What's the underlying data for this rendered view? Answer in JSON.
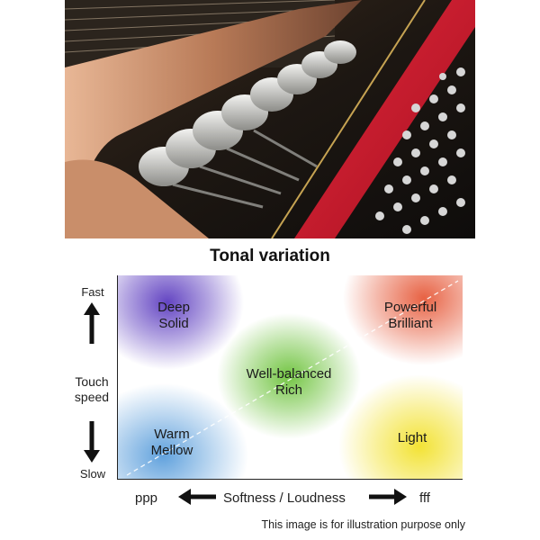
{
  "title": "Tonal variation",
  "y_axis": {
    "top": "Fast",
    "label_line1": "Touch",
    "label_line2": "speed",
    "bottom": "Slow"
  },
  "x_axis": {
    "left": "ppp",
    "label": "Softness / Loudness",
    "right": "fff"
  },
  "quadrants": {
    "top_left": {
      "line1": "Deep",
      "line2": "Solid",
      "color": "#5b3bbf"
    },
    "top_right": {
      "line1": "Powerful",
      "line2": "Brilliant",
      "color": "#e65a3a"
    },
    "center": {
      "line1": "Well-balanced",
      "line2": "Rich",
      "color": "#6cc23a"
    },
    "bottom_left": {
      "line1": "Warm",
      "line2": "Mellow",
      "color": "#4f97d9"
    },
    "bottom_right": {
      "line1": "Light",
      "color": "#f2e12a"
    }
  },
  "note": "This image is for illustration purpose only",
  "photo": {
    "description_icon": "piano-action-photo"
  }
}
